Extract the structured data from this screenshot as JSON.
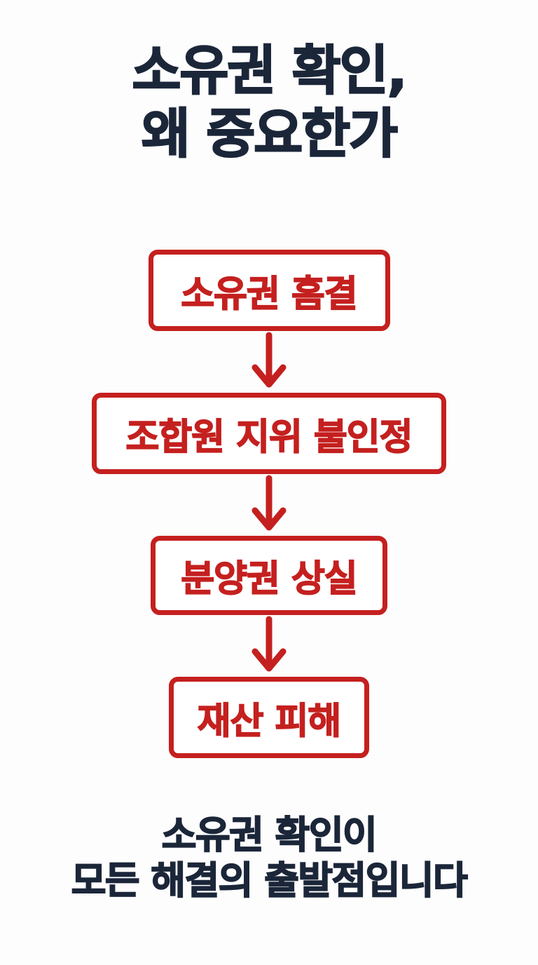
{
  "meta": {
    "background_color": "#fdfdfd",
    "navy": "#1b2639",
    "red": "#c4201f"
  },
  "headline": {
    "text": "소유권 확인,\n왜 중요한가"
  },
  "flow": {
    "arrow_icon_name": "down-arrow-icon",
    "steps": [
      {
        "label": "소유권 흠결"
      },
      {
        "label": "조합원 지위 불인정"
      },
      {
        "label": "분양권 상실"
      },
      {
        "label": "재산 피해"
      }
    ]
  },
  "footer": {
    "text": "소유권 확인이\n모든 해결의 출발점입니다"
  },
  "chart_data": {
    "type": "diagram",
    "diagram_kind": "vertical-flowchart",
    "title": "소유권 확인, 왜 중요한가",
    "nodes": [
      "소유권 흠결",
      "조합원 지위 불인정",
      "분양권 상실",
      "재산 피해"
    ],
    "edges": [
      {
        "from": "소유권 흠결",
        "to": "조합원 지위 불인정",
        "style": "down-arrow"
      },
      {
        "from": "조합원 지위 불인정",
        "to": "분양권 상실",
        "style": "down-arrow"
      },
      {
        "from": "분양권 상실",
        "to": "재산 피해",
        "style": "down-arrow"
      }
    ],
    "caption": "소유권 확인이 모든 해결의 출발점입니다",
    "node_color": "#c4201f",
    "text_color": "#1b2639"
  }
}
